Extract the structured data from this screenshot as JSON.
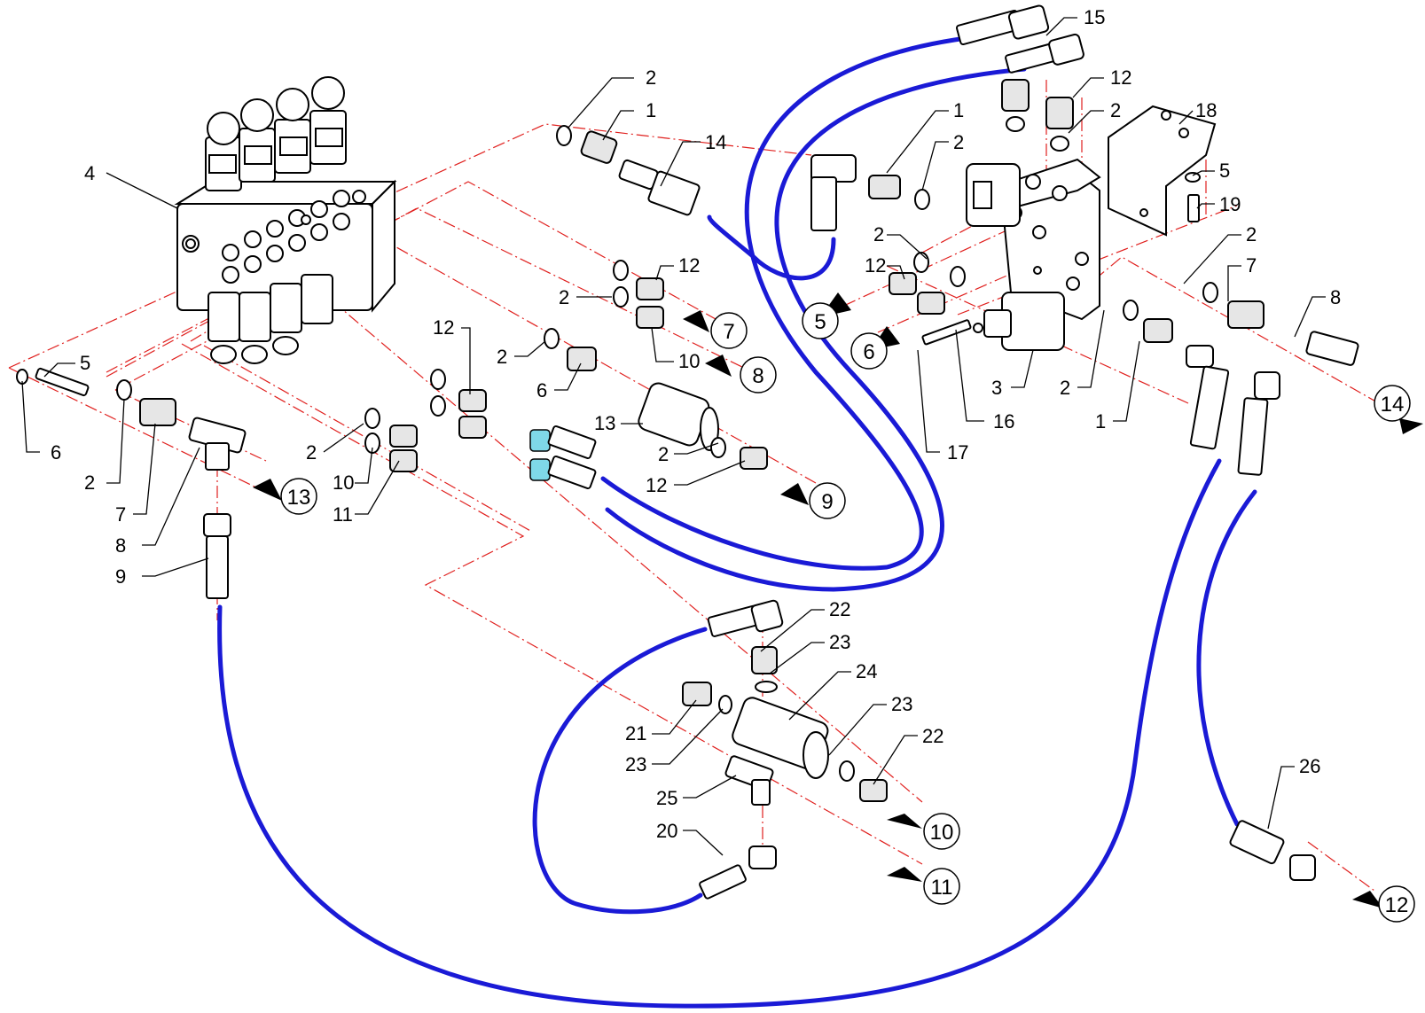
{
  "callouts": [
    "1",
    "2",
    "3",
    "4",
    "5",
    "6",
    "7",
    "8",
    "9",
    "10",
    "11",
    "12",
    "13",
    "14",
    "15",
    "16",
    "17",
    "18",
    "19",
    "20",
    "21",
    "22",
    "23",
    "24",
    "25",
    "26"
  ],
  "connections": [
    "5",
    "6",
    "7",
    "8",
    "9",
    "10",
    "11",
    "12",
    "13",
    "14"
  ],
  "colors": {
    "hose": "#1a1ad6",
    "axis": "#e0201e",
    "line": "#000000"
  }
}
